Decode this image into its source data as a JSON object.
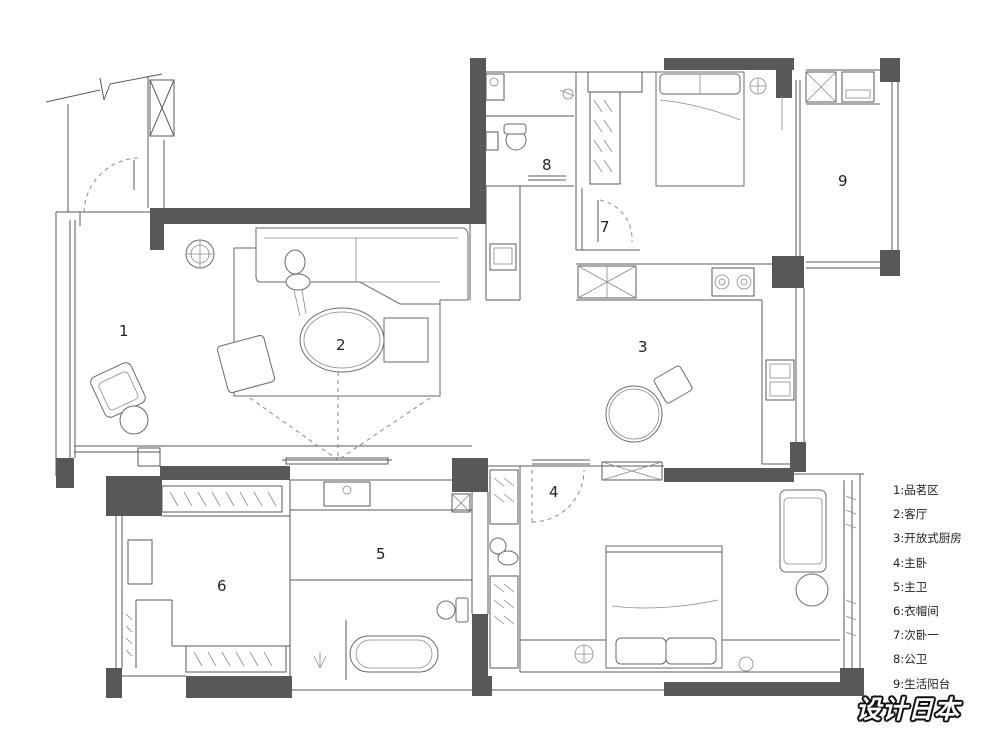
{
  "rooms": [
    {
      "id": "1",
      "label": "1"
    },
    {
      "id": "2",
      "label": "2"
    },
    {
      "id": "3",
      "label": "3"
    },
    {
      "id": "4",
      "label": "4"
    },
    {
      "id": "5",
      "label": "5"
    },
    {
      "id": "6",
      "label": "6"
    },
    {
      "id": "7",
      "label": "7"
    },
    {
      "id": "8",
      "label": "8"
    },
    {
      "id": "9",
      "label": "9"
    }
  ],
  "legend": [
    "1:品茗区",
    "2:客厅",
    "3:开放式厨房",
    "4:主卧",
    "5:主卫",
    "6:衣帽间",
    "7:次卧一",
    "8:公卫",
    "9:生活阳台"
  ],
  "watermark": "设计日本"
}
